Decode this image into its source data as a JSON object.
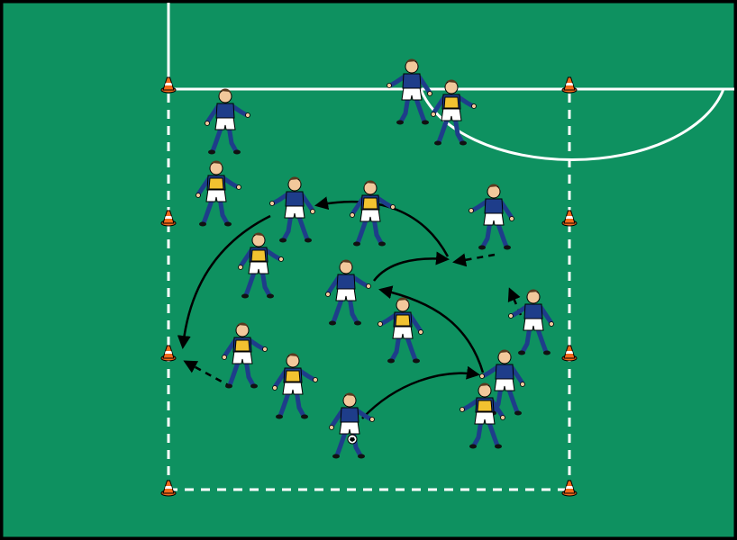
{
  "diagram": {
    "colors": {
      "pitch": "#0e9160",
      "border": "#000000",
      "lines": "#ffffff",
      "team_blue_shirt": "#1e3d8a",
      "team_blue_shorts": "#ffffff",
      "team_yellow_bib": "#f2c230",
      "skin": "#f2c89b",
      "hair": "#5a3a1f",
      "cone": "#f26a1b",
      "arrow": "#000000"
    },
    "cones": [
      {
        "id": "top-left"
      },
      {
        "id": "top-right"
      },
      {
        "id": "mid-left-upper"
      },
      {
        "id": "mid-right-upper"
      },
      {
        "id": "mid-left-lower"
      },
      {
        "id": "mid-right-lower"
      },
      {
        "id": "bottom-left"
      },
      {
        "id": "bottom-right"
      }
    ],
    "players": [
      {
        "id": "p1",
        "team": "blue"
      },
      {
        "id": "p2",
        "team": "blue"
      },
      {
        "id": "p3",
        "team": "yellow"
      },
      {
        "id": "p4",
        "team": "yellow"
      },
      {
        "id": "p5",
        "team": "blue"
      },
      {
        "id": "p6",
        "team": "yellow"
      },
      {
        "id": "p7",
        "team": "blue"
      },
      {
        "id": "p8",
        "team": "yellow"
      },
      {
        "id": "p9",
        "team": "blue"
      },
      {
        "id": "p10",
        "team": "yellow"
      },
      {
        "id": "p11",
        "team": "blue"
      },
      {
        "id": "p12",
        "team": "yellow"
      },
      {
        "id": "p13",
        "team": "blue"
      },
      {
        "id": "p14",
        "team": "yellow"
      },
      {
        "id": "p15",
        "team": "blue"
      },
      {
        "id": "p16",
        "team": "yellow"
      },
      {
        "id": "p17",
        "team": "blue",
        "has_ball": true
      }
    ],
    "movements": [
      {
        "id": "pass-1",
        "style": "solid"
      },
      {
        "id": "pass-2",
        "style": "solid"
      },
      {
        "id": "pass-3",
        "style": "solid"
      },
      {
        "id": "pass-4",
        "style": "solid"
      },
      {
        "id": "pass-5",
        "style": "solid"
      },
      {
        "id": "run-1",
        "style": "dashed"
      },
      {
        "id": "run-2",
        "style": "dashed"
      },
      {
        "id": "run-3",
        "style": "dashed"
      }
    ]
  }
}
